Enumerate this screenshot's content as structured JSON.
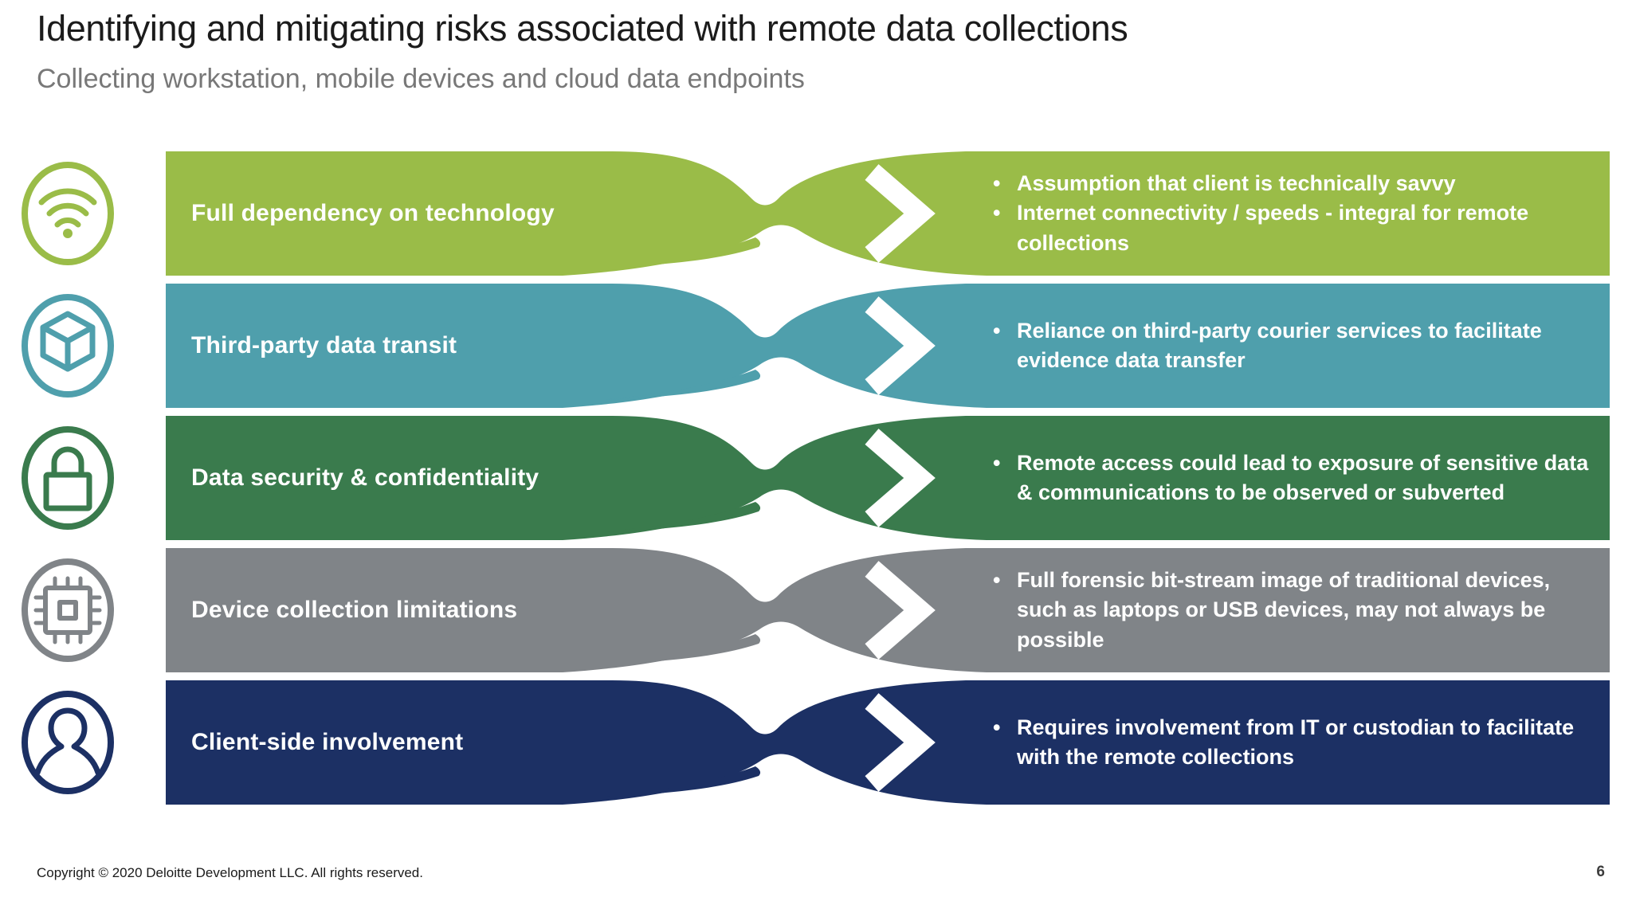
{
  "slide": {
    "title": "Identifying and mitigating risks associated with remote data collections",
    "subtitle": "Collecting workstation, mobile devices and cloud data endpoints",
    "footer": {
      "copyright": "Copyright © 2020 Deloitte Development LLC. All rights reserved.",
      "page_number": "6"
    }
  },
  "rows": [
    {
      "label": "Full dependency on technology",
      "icon": "wifi-icon",
      "color": "#9ABC48",
      "bullets": [
        "Assumption that client is technically savvy",
        "Internet connectivity / speeds - integral for remote collections"
      ]
    },
    {
      "label": "Third-party data transit",
      "icon": "cube-icon",
      "color": "#4F9FAC",
      "bullets": [
        "Reliance on third-party courier services to facilitate evidence data transfer"
      ]
    },
    {
      "label": "Data security & confidentiality",
      "icon": "lock-icon",
      "color": "#3A7B4D",
      "bullets": [
        "Remote access could lead to exposure of sensitive data & communications to be observed or subverted"
      ]
    },
    {
      "label": "Device collection limitations",
      "icon": "chip-icon",
      "color": "#808488",
      "bullets": [
        "Full forensic bit-stream image of traditional devices, such as laptops or USB devices, may not always be possible"
      ]
    },
    {
      "label": "Client-side involvement",
      "icon": "person-icon",
      "color": "#1C3064",
      "bullets": [
        "Requires involvement from IT or custodian to facilitate with the remote collections"
      ]
    }
  ]
}
